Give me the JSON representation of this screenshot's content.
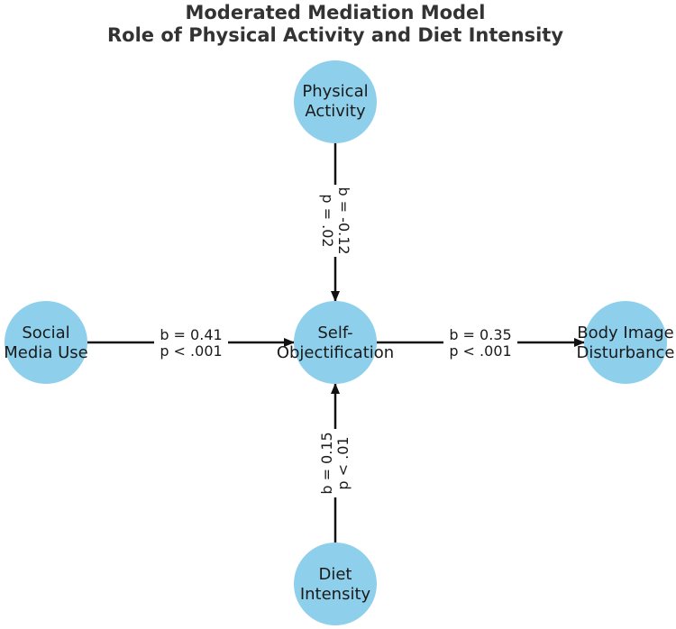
{
  "title": {
    "line1": "Moderated Mediation Model",
    "line2": "Role of Physical Activity and Diet Intensity"
  },
  "colors": {
    "node_fill": "#8ecfeb",
    "edge": "#111111"
  },
  "nodes": {
    "physical_activity": [
      "Physical",
      "Activity"
    ],
    "social_media_use": [
      "Social",
      "Media Use"
    ],
    "self_objectification": [
      "Self-",
      "Objectification"
    ],
    "body_image_disturbance": [
      "Body Image",
      "Disturbance"
    ],
    "diet_intensity": [
      "Diet",
      "Intensity"
    ]
  },
  "edges": {
    "pa_to_so": [
      "b = -0.12",
      "p = .02"
    ],
    "smu_to_so": [
      "b = 0.41",
      "p < .001"
    ],
    "so_to_bid": [
      "b = 0.35",
      "p < .001"
    ],
    "di_to_so": [
      "b = 0.15",
      "p < .01"
    ]
  }
}
